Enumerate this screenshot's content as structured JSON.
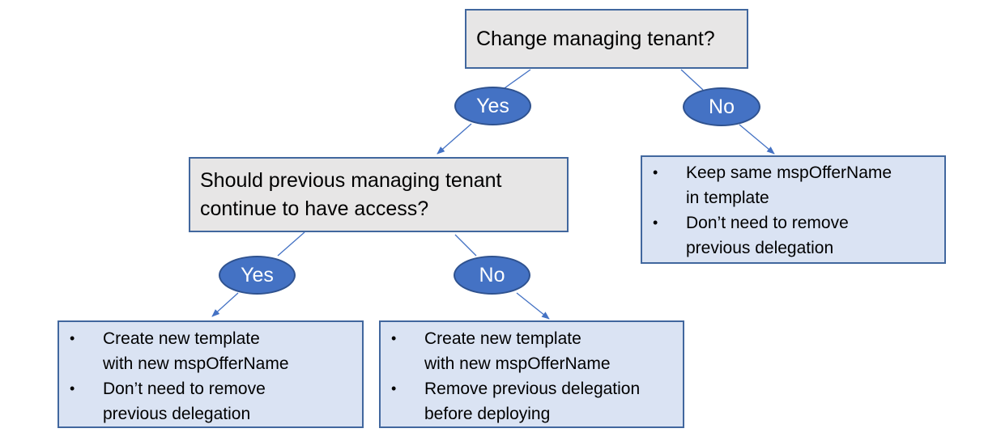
{
  "root_question": "Change managing tenant?",
  "root_yes_label": "Yes",
  "root_no_label": "No",
  "second_question": {
    "lines": [
      "Should previous managing tenant",
      "continue to have access?"
    ]
  },
  "second_yes_label": "Yes",
  "second_no_label": "No",
  "outcome_no_change": {
    "bullets": [
      [
        "Keep same mspOfferName",
        "in template"
      ],
      [
        "Don’t need to remove",
        "previous delegation"
      ]
    ]
  },
  "outcome_keep_access": {
    "bullets": [
      [
        "Create new template",
        "with new mspOfferName"
      ],
      [
        "Don’t need to remove",
        "previous delegation"
      ]
    ]
  },
  "outcome_revoke_access": {
    "bullets": [
      [
        "Create new template",
        "with new mspOfferName"
      ],
      [
        "Remove previous delegation",
        "before deploying"
      ]
    ]
  },
  "colors": {
    "question_fill": "#e7e6e6",
    "outcome_fill": "#dae3f3",
    "pill_fill": "#4472c4",
    "border": "#41679e",
    "connector": "#4472c4"
  }
}
